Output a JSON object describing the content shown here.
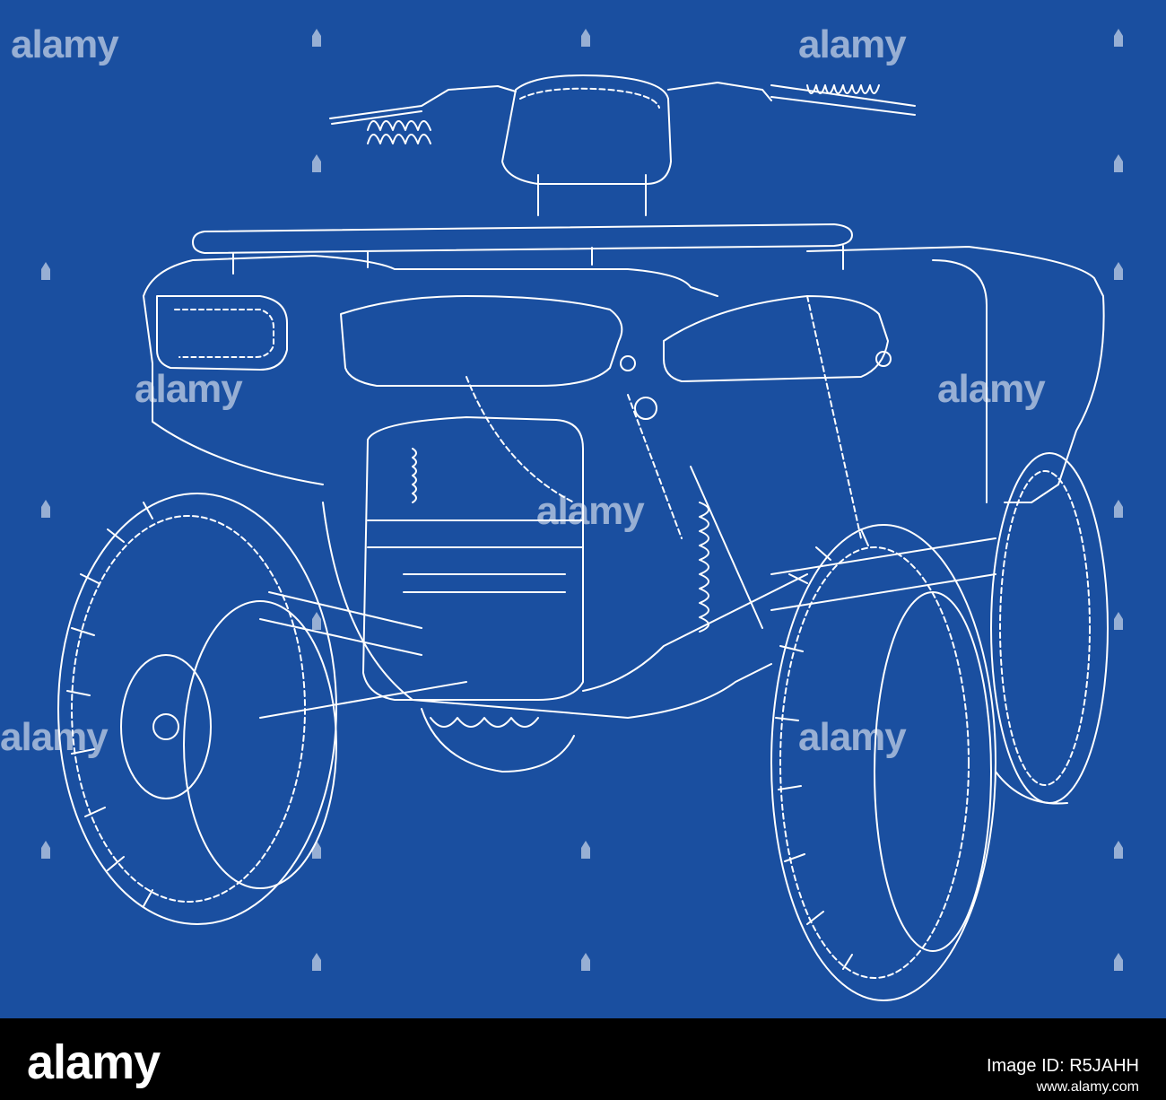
{
  "image": {
    "subject": "ATV quad bike wireframe blueprint",
    "background_color": "#1a4fa0",
    "line_color": "#ffffff"
  },
  "watermark": {
    "text": "alamy"
  },
  "footer": {
    "logo": "alamy",
    "image_id_label": "Image ID: R5JAHH",
    "url": "www.alamy.com",
    "background_color": "#000000"
  }
}
